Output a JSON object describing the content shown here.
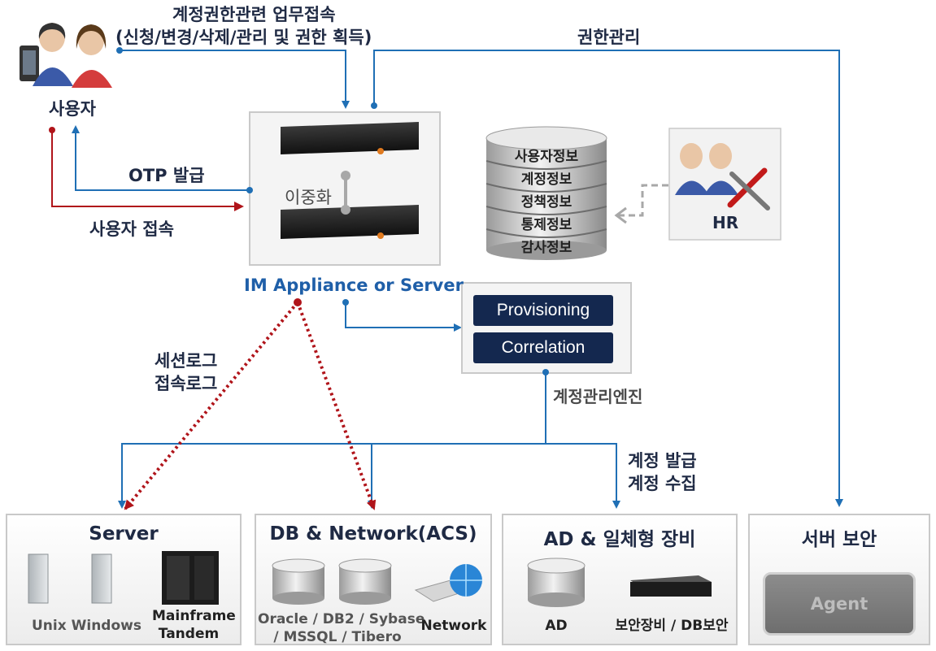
{
  "top_label_line1": "계정권한관련 업무접속",
  "top_label_line2": "(신청/변경/삭제/관리 및 권한 획득)",
  "rights_mgmt_label": "권한관리",
  "user_label": "사용자",
  "otp_label": "OTP 발급",
  "user_access_label": "사용자 접속",
  "redundancy_label": "이중화",
  "appliance_label": "IM Appliance or Server",
  "db_stack": [
    "사용자정보",
    "계정정보",
    "정책정보",
    "통제정보",
    "감사정보"
  ],
  "hr_label": "HR",
  "engine": {
    "item1": "Provisioning",
    "item2": "Correlation",
    "label": "계정관리엔진"
  },
  "log_label_line1": "세션로그",
  "log_label_line2": "접속로그",
  "account_label_line1": "계정 발급",
  "account_label_line2": "계정 수집",
  "boxes": {
    "server": {
      "title": "Server",
      "cap1": "Unix Windows",
      "cap2_line1": "Mainframe",
      "cap2_line2": "Tandem"
    },
    "dbnet": {
      "title": "DB & Network(ACS)",
      "cap1_line1": "Oracle / DB2 / Sybase",
      "cap1_line2": "/ MSSQL / Tibero",
      "cap2": "Network"
    },
    "ad": {
      "title": "AD & 일체형 장비",
      "cap1": "AD",
      "cap2": "보안장비 / DB보안"
    },
    "sec": {
      "title": "서버 보안",
      "agent": "Agent"
    }
  },
  "colors": {
    "blue_line": "#1f6fb5",
    "red_line": "#b0141a",
    "navy": "#14284f"
  }
}
